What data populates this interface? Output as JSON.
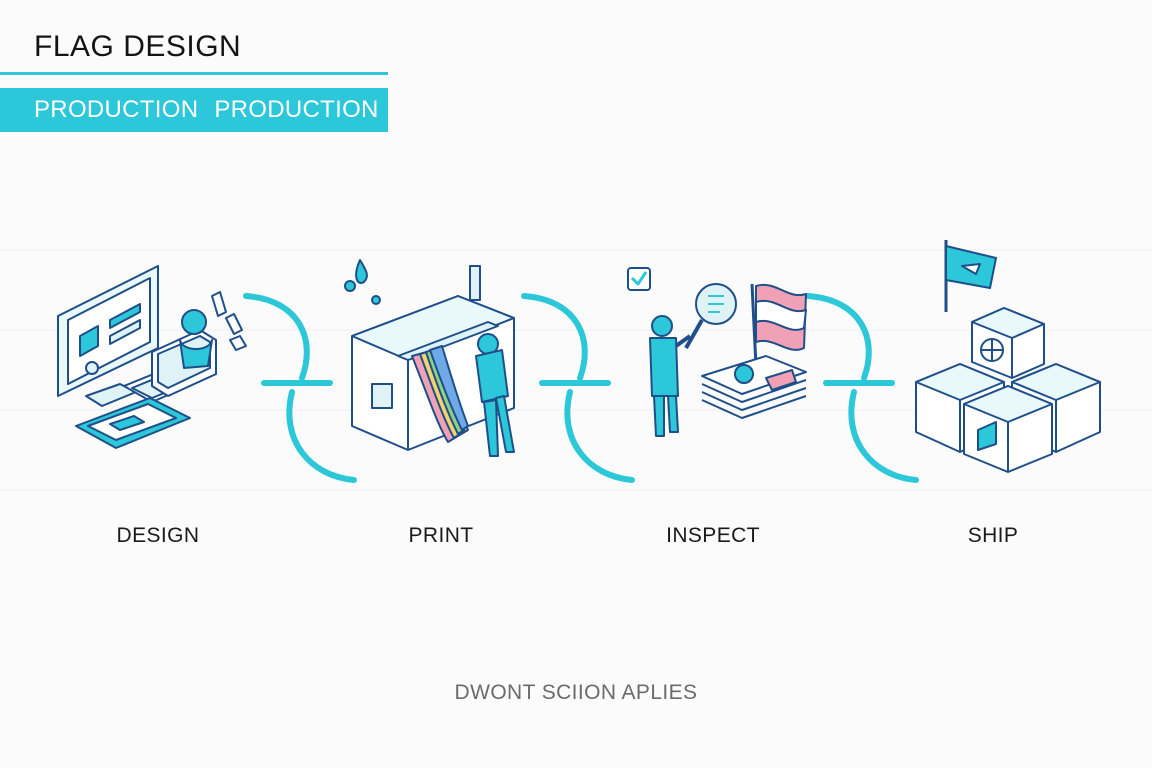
{
  "header": {
    "title": "FLAG DESIGN",
    "banner_left": "PRODUCTION",
    "banner_right": "PRODUCTION"
  },
  "colors": {
    "accent": "#2cc7d9",
    "line": "#1f4f8a",
    "pale": "#dff3f7"
  },
  "steps": [
    {
      "label": "DESIGN",
      "icon": "computer-design-icon"
    },
    {
      "label": "PRINT",
      "icon": "printer-icon"
    },
    {
      "label": "INSPECT",
      "icon": "inspector-icon"
    },
    {
      "label": "SHIP",
      "icon": "shipping-boxes-icon"
    }
  ],
  "footer": {
    "text": "DWONT SCIION APLIES"
  }
}
